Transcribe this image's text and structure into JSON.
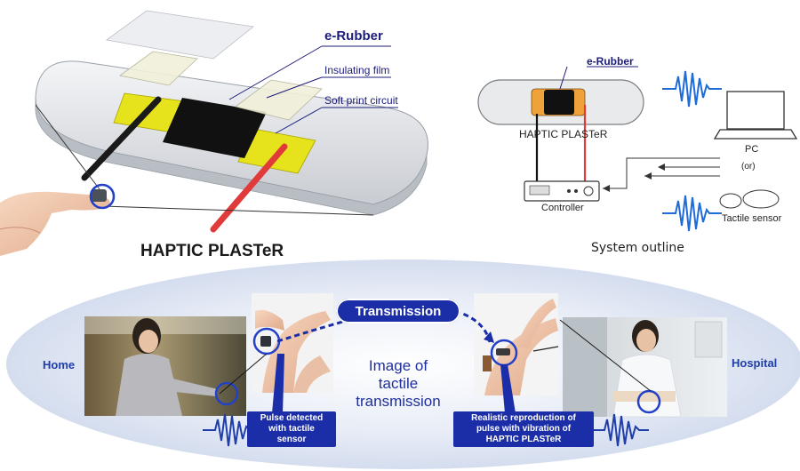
{
  "top_left": {
    "title": "HAPTIC PLASTeR",
    "labels": {
      "e_rubber": "e-Rubber",
      "insulating_film": "Insulating film",
      "soft_print_circuit": "Soft print circuit"
    }
  },
  "system_outline": {
    "caption": "System outline",
    "device_label": "HAPTIC PLASTeR",
    "e_rubber_label": "e-Rubber",
    "controller_label": "Controller",
    "pc_label": "PC",
    "or_label": "(or)",
    "tactile_sensor_label": "Tactile sensor"
  },
  "bottom": {
    "home_label": "Home",
    "hospital_label": "Hospital",
    "transmission_label": "Transmission",
    "center_text_lines": [
      "Image of",
      "tactile",
      "transmission"
    ],
    "callout_left_lines": [
      "Pulse detected",
      "with tactile",
      "sensor"
    ],
    "callout_right_lines": [
      "Realistic reproduction of",
      "pulse with vibration of",
      "HAPTIC PLASTeR"
    ]
  },
  "colors": {
    "navy": "#1c1c7a",
    "blue": "#1b2ea8",
    "ellipse_bg": "#dfe6f3",
    "circuit_yellow": "#e6e21c",
    "wire_red": "#e03a3a",
    "wire_black": "#1a1a1a",
    "rubber_orange": "#f0a23a"
  }
}
